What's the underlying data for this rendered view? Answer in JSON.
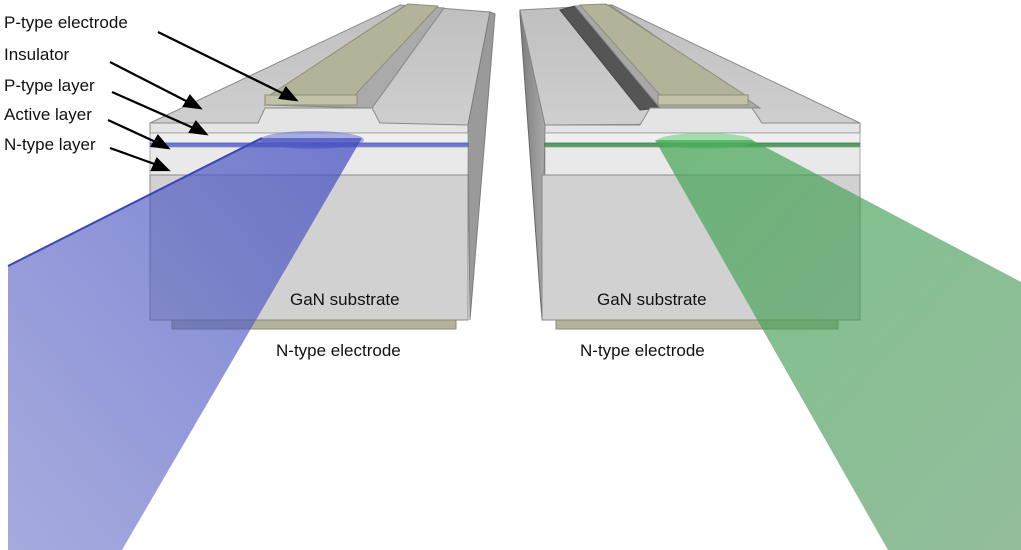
{
  "labels": {
    "p_electrode": "P-type electrode",
    "insulator": "Insulator",
    "p_layer": "P-type layer",
    "active_layer": "Active layer",
    "n_layer": "N-type layer"
  },
  "left_device": {
    "substrate": "GaN substrate",
    "n_electrode": "N-type electrode",
    "beam_color": "#4a55c8"
  },
  "right_device": {
    "substrate": "GaN substrate",
    "n_electrode": "N-type electrode",
    "beam_color": "#5ec46a"
  },
  "colors": {
    "electrode": "#b3b39a",
    "insulator_top": "#c6c6c6",
    "front_face": "#d3d3d3",
    "active_blue": "#6a76d8",
    "active_green": "#4f9e5f"
  }
}
